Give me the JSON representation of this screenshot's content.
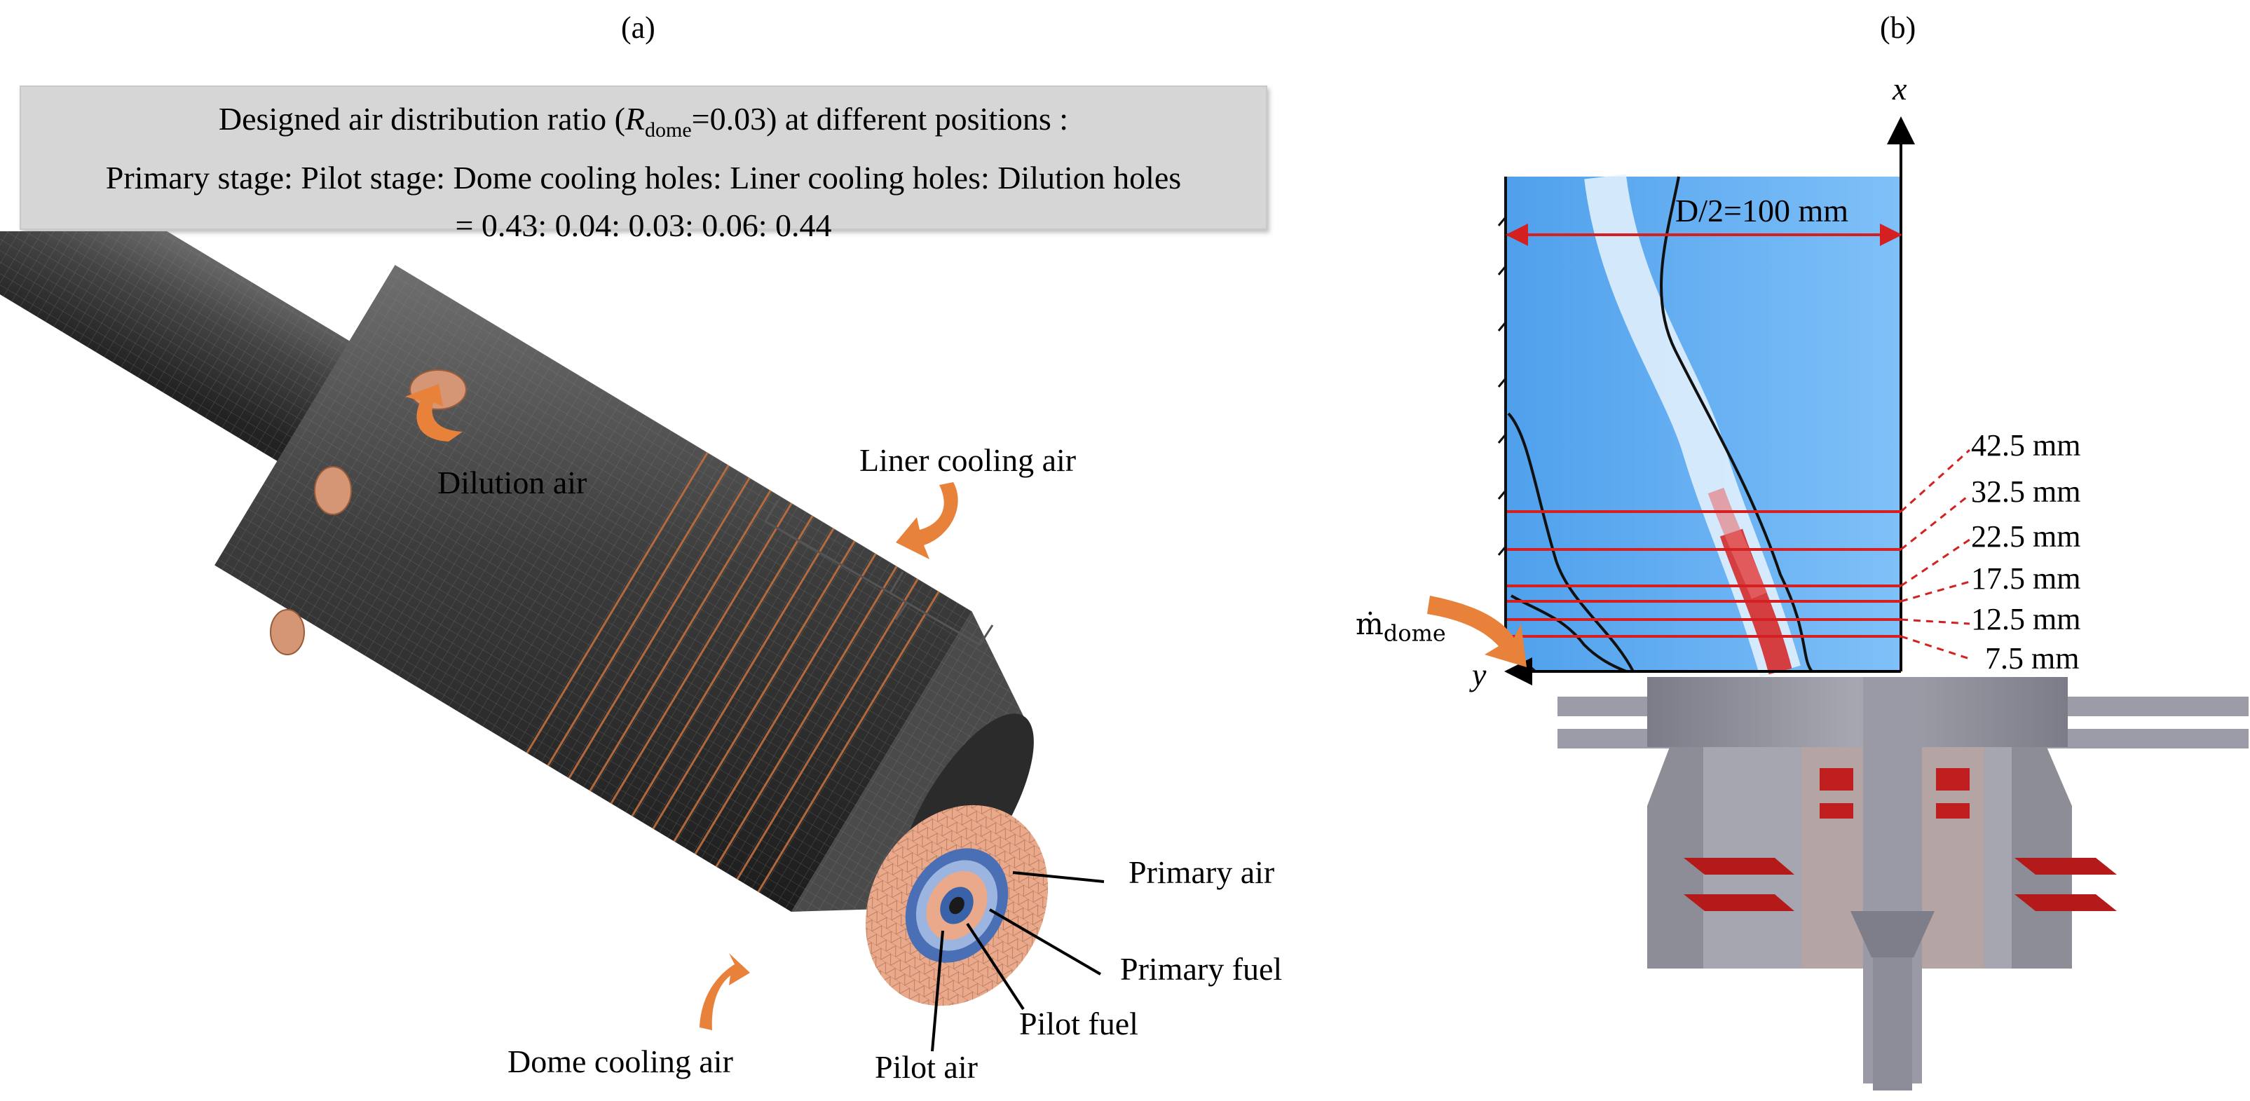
{
  "panels": {
    "a": "(a)",
    "b": "(b)"
  },
  "info_box": {
    "line1_prefix": "Designed air distribution ratio (",
    "line1_var": "R",
    "line1_sub": "dome",
    "line1_suffix": "=0.03) at different positions :",
    "line2": "Primary stage: Pilot stage: Dome cooling holes: Liner cooling holes: Dilution holes",
    "line3": "= 0.43: 0.04: 0.03: 0.06: 0.44"
  },
  "left_labels": {
    "dilution_air": "Dilution air",
    "liner_cooling_air": "Liner cooling air",
    "dome_cooling_air": "Dome cooling air",
    "primary_air": "Primary air",
    "primary_fuel": "Primary fuel",
    "pilot_fuel": "Pilot fuel",
    "pilot_air": "Pilot air"
  },
  "right_labels": {
    "x_axis": "x",
    "y_axis": "y",
    "dimension": "D/2=100 mm",
    "mdot_base": "ṁ",
    "mdot_sub": "dome",
    "heights": [
      "42.5 mm",
      "32.5 mm",
      "22.5 mm",
      "17.5 mm",
      "12.5 mm",
      "7.5 mm"
    ]
  },
  "colors": {
    "arrow_orange": "#e8813a",
    "flow_blue": "#5aa9f0",
    "flame_red": "#d42020",
    "hardware_gray": "#8d8d98",
    "box_gray": "#d6d6d6"
  }
}
